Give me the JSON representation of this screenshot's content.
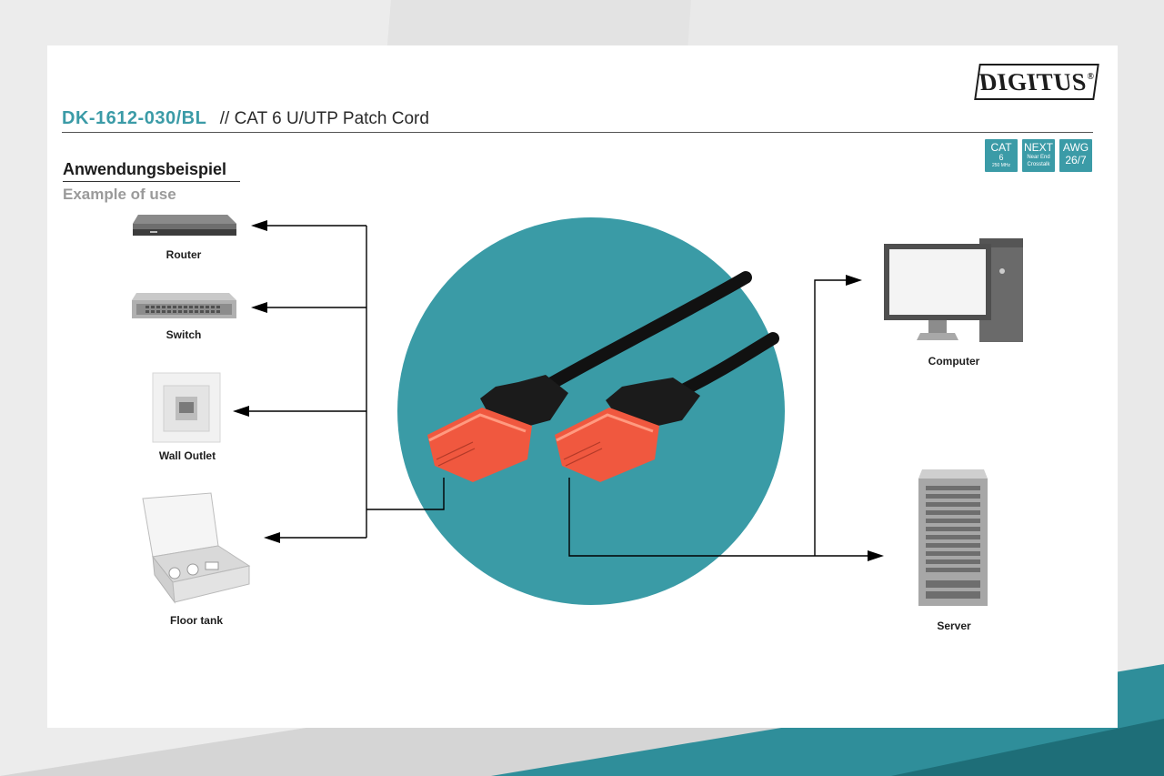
{
  "brand": {
    "name": "DIGITUS",
    "mark": "®"
  },
  "product": {
    "code": "DK-1612-030/BL",
    "description": "// CAT 6 U/UTP Patch Cord"
  },
  "badges": [
    {
      "main": "CAT",
      "sub": "6",
      "tiny": "250 MHz"
    },
    {
      "main": "NEXT",
      "sub": "Near End",
      "tiny": "Crosstalk"
    },
    {
      "main": "AWG",
      "sub": "26/7",
      "tiny": ""
    }
  ],
  "section": {
    "heading_de": "Anwendungsbeispiel",
    "heading_en": "Example of use"
  },
  "devices_left": [
    {
      "label": "Router",
      "icon": "router-icon"
    },
    {
      "label": "Switch",
      "icon": "switch-icon"
    },
    {
      "label": "Wall Outlet",
      "icon": "wall-outlet-icon"
    },
    {
      "label": "Floor tank",
      "icon": "floor-tank-icon"
    }
  ],
  "devices_right": [
    {
      "label": "Computer",
      "icon": "computer-icon"
    },
    {
      "label": "Server",
      "icon": "server-icon"
    }
  ],
  "colors": {
    "accent": "#3b9ba7",
    "circle": "#3a9ba6",
    "connector": "#f0583f",
    "cable": "#1a1a1a",
    "arrow": "#000000"
  }
}
